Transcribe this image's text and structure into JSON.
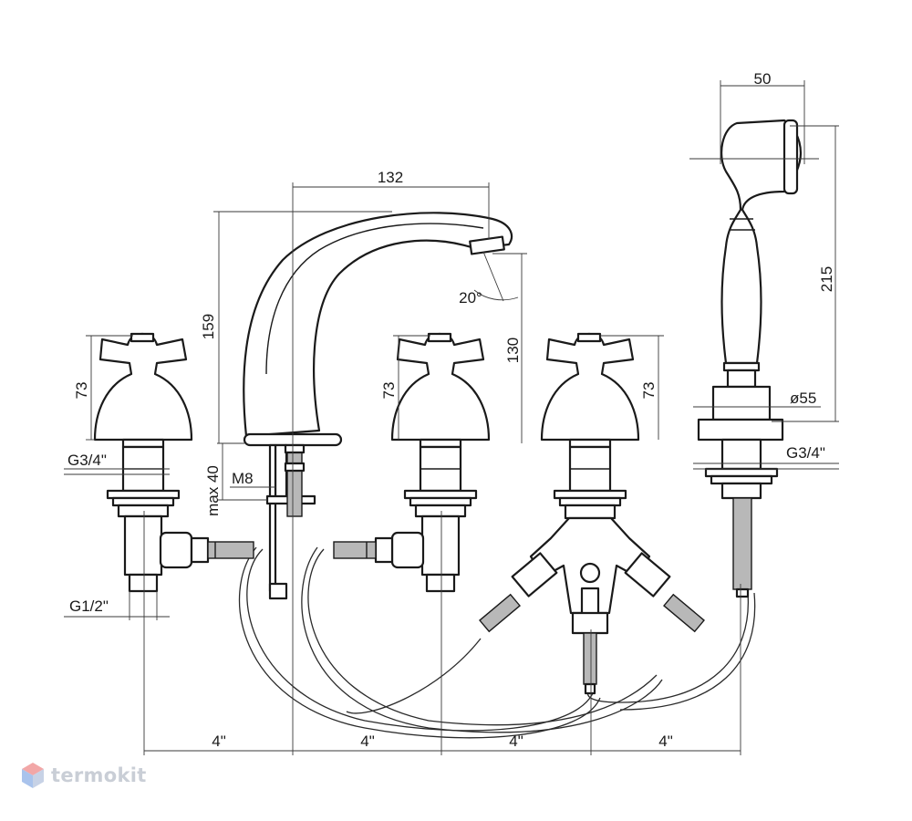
{
  "dimensions": {
    "spout_reach": "132",
    "spout_height": "159",
    "spout_outlet_height": "130",
    "spout_angle": "20°",
    "handle_height_left": "73",
    "handle_height_center": "73",
    "handle_height_right": "73",
    "thread_left": "G3/4\"",
    "thread_left_bottom": "G1/2\"",
    "bolt": "M8",
    "max_deck": "max 40",
    "shower_width": "50",
    "shower_length": "215",
    "shower_base_diameter": "ø55",
    "thread_right": "G3/4\"",
    "spacing": [
      "4\"",
      "4\"",
      "4\"",
      "4\""
    ]
  },
  "brand": {
    "name": "termokit",
    "colors": {
      "top": "#f2a7a7",
      "left": "#a9c3ec",
      "right": "#c7d2e6"
    }
  }
}
